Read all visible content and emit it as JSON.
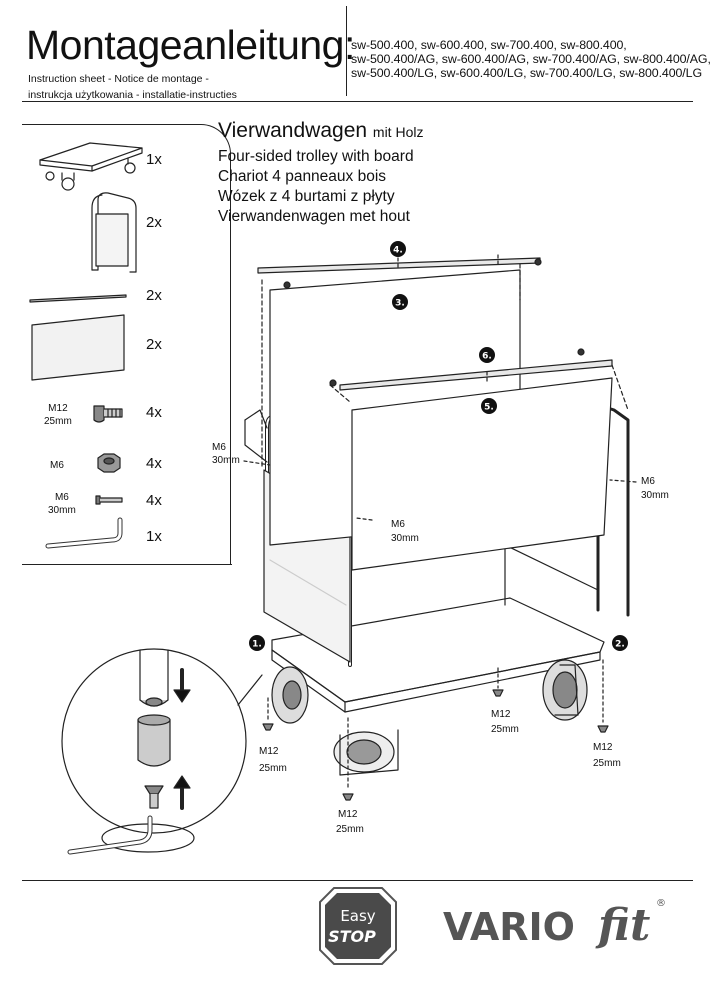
{
  "header": {
    "title": "Montageanleitung:",
    "subtitles": [
      "Instruction sheet - Notice de montage  -",
      "instrukcja użytkowania - installatie-instructies"
    ],
    "models": [
      "sw-500.400, sw-600.400, sw-700.400, sw-800.400,",
      "sw-500.400/AG, sw-600.400/AG, sw-700.400/AG, sw-800.400/AG,",
      "sw-500.400/LG, sw-600.400/LG, sw-700.400/LG, sw-800.400/LG"
    ]
  },
  "product": {
    "title_main": "Vierwandwagen",
    "title_suffix": "mit Holz",
    "translations": [
      "Four-sided trolley with board",
      "Chariot 4 panneaux bois",
      "Wózek z 4 burtami z płyty",
      "Vierwandenwagen met hout"
    ]
  },
  "parts": [
    {
      "icon": "trolley-base-icon",
      "qty": "1x"
    },
    {
      "icon": "end-frame-icon",
      "qty": "2x"
    },
    {
      "icon": "rail-bar-icon",
      "qty": "2x"
    },
    {
      "icon": "wood-board-icon",
      "qty": "2x"
    },
    {
      "icon": "m12-screw-icon",
      "label_1": "M12",
      "label_2": "25mm",
      "qty": "4x"
    },
    {
      "icon": "m6-nut-icon",
      "label_1": "M6",
      "qty": "4x"
    },
    {
      "icon": "m6-screw-icon",
      "label_1": "M6",
      "label_2": "30mm",
      "qty": "4x"
    },
    {
      "icon": "hex-key-icon",
      "qty": "1x"
    }
  ],
  "callouts": {
    "step_1": "1.",
    "step_2": "2.",
    "step_3": "3.",
    "step_4": "4.",
    "step_5": "5.",
    "step_6": "6.",
    "m6_left": [
      "M6",
      "30mm"
    ],
    "m6_center": [
      "M6",
      "30mm"
    ],
    "m6_right": [
      "M6",
      "30mm"
    ],
    "m12_left": [
      "M12",
      "25mm"
    ],
    "m12_front": [
      "M12",
      "25mm"
    ],
    "m12_center": [
      "M12",
      "25mm"
    ],
    "m12_right": [
      "M12",
      "25mm"
    ]
  },
  "footer": {
    "easy_top": "Easy",
    "easy_bottom": "STOP",
    "brand_main": "VARIO",
    "brand_fit": "fit",
    "brand_mark": "®"
  },
  "colors": {
    "line": "#222222",
    "badge_fill": "#4a4a4a",
    "brand": "#555555"
  }
}
